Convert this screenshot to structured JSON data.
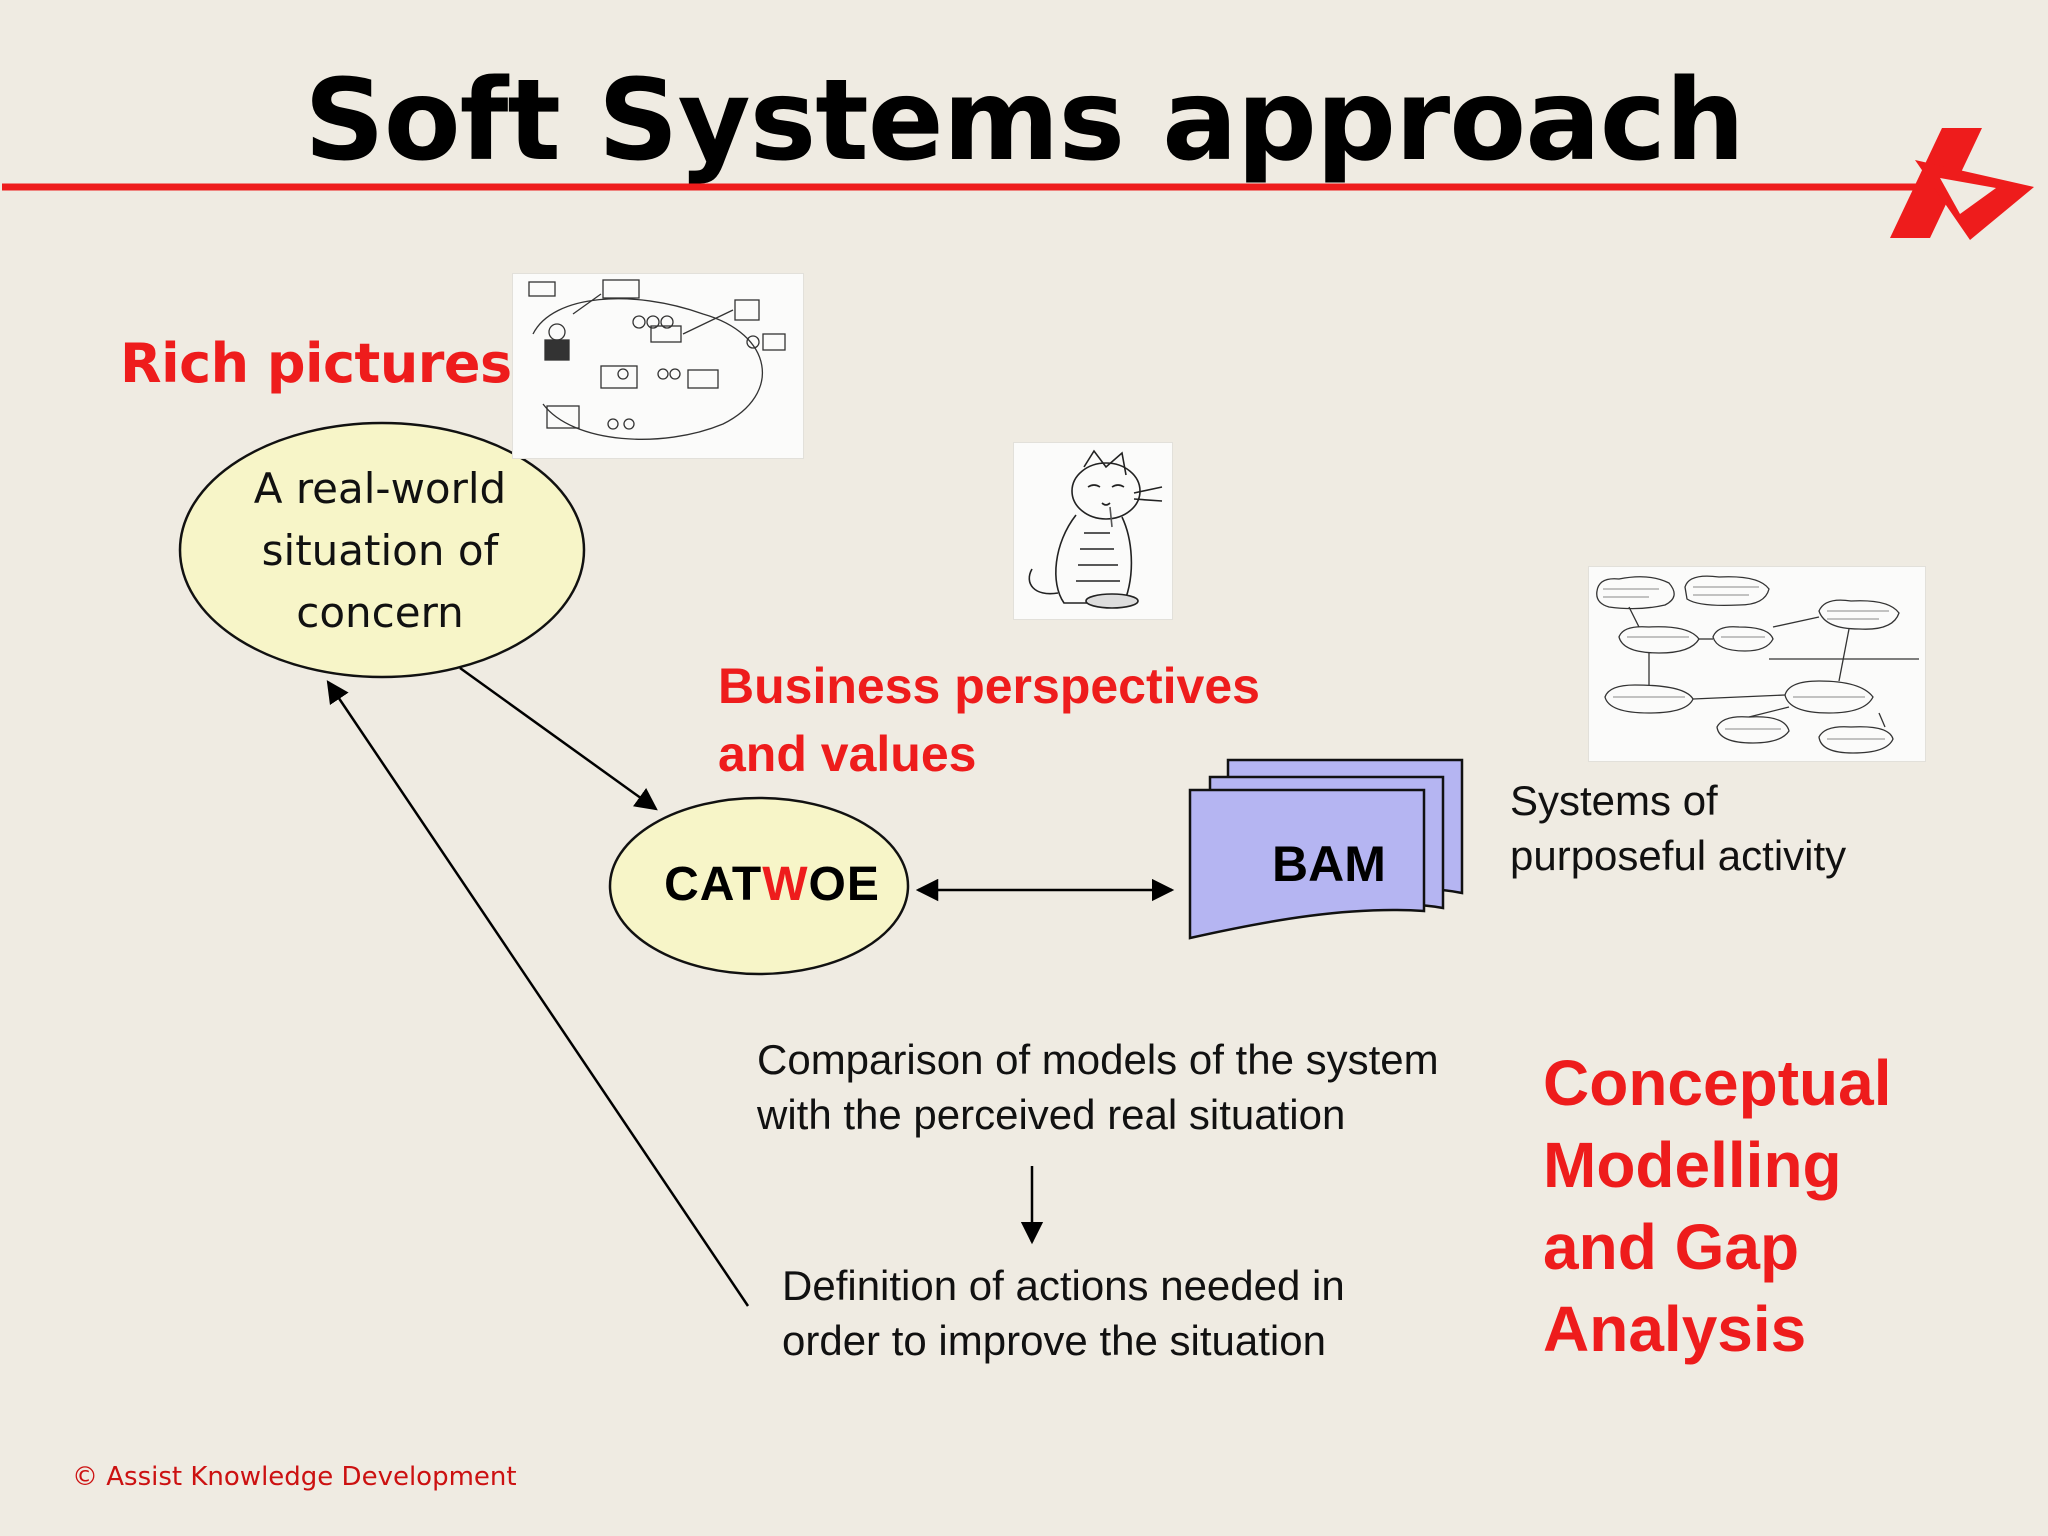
{
  "slide": {
    "title": "Soft Systems approach",
    "copyright": "© Assist Knowledge Development"
  },
  "labels": {
    "rich_pictures": "Rich pictures",
    "business_perspectives_line1": "Business perspectives",
    "business_perspectives_line2": "and values",
    "conceptual_line1": "Conceptual",
    "conceptual_line2": "Modelling",
    "conceptual_line3": "and Gap",
    "conceptual_line4": "Analysis"
  },
  "nodes": {
    "real_world_line1": "A real-world",
    "real_world_line2": "situation of",
    "real_world_line3": "concern",
    "catwoe_part1": "CAT",
    "catwoe_highlight": "W",
    "catwoe_part2": "OE",
    "bam": "BAM"
  },
  "texts": {
    "systems_line1": "Systems of",
    "systems_line2": "purposeful activity",
    "comparison_line1": "Comparison of models of the system",
    "comparison_line2": "with the perceived real situation",
    "definition_line1": "Definition of actions needed in",
    "definition_line2": "order to improve the situation"
  },
  "colors": {
    "accent_red": "#ee1c1c",
    "ellipse_fill": "#f7f5c8",
    "bam_fill": "#b5b5f2",
    "background": "#efebe2"
  },
  "icons": {
    "logo": "assist-arrow-logo",
    "rich_picture": "rich-picture-sketch-thumbnail",
    "cat": "cat-cartoon-thumbnail",
    "ssm_cycle": "ssm-seven-stage-diagram-thumbnail"
  }
}
